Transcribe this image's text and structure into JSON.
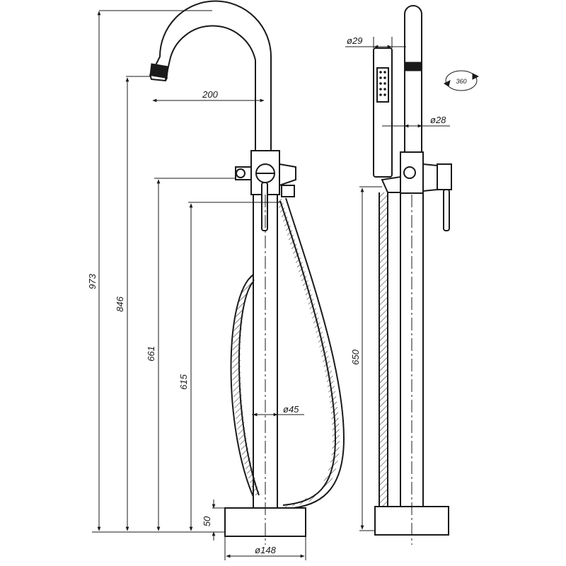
{
  "dimensions": {
    "overall_height": "973",
    "spout_height": "846",
    "handle_height": "661",
    "hose_outlet_height": "615",
    "spout_reach": "200",
    "body_diameter": "ø45",
    "base_height": "50",
    "base_diameter": "ø148",
    "handshower_diameter": "ø29",
    "holder_diameter": "ø28",
    "holder_height": "650",
    "rotation": "360"
  },
  "colors": {
    "line": "#1a1a1a",
    "background": "#ffffff"
  },
  "icons": {
    "rotation_arrow": "rotate-360-icon"
  }
}
